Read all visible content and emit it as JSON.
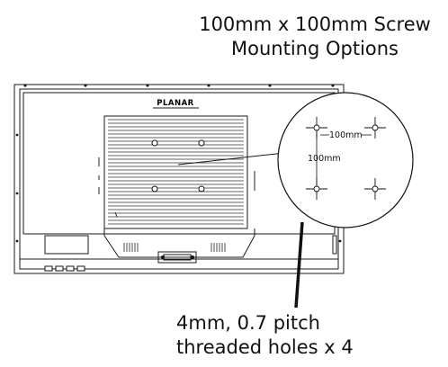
{
  "caption_top": {
    "line1": "100mm x 100mm Screw",
    "line2": "Mounting Options"
  },
  "caption_bottom": {
    "line1": "4mm, 0.7 pitch",
    "line2": "threaded holes x 4"
  },
  "monitor": {
    "brand": "PLANAR"
  },
  "callout": {
    "horizontal_spacing": "100mm",
    "vertical_spacing": "100mm"
  }
}
